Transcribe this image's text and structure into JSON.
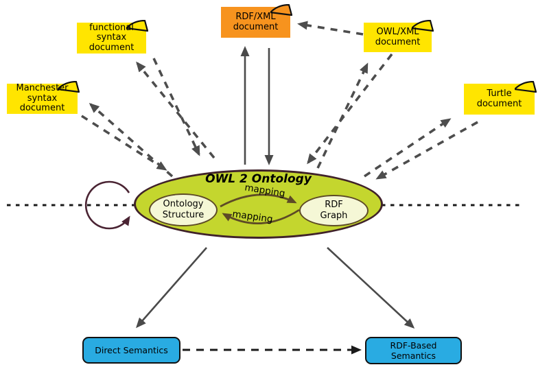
{
  "diagram": {
    "background": "#ffffff",
    "description": "OWL 2 Ontology structure diagram"
  },
  "documents": {
    "functional": {
      "label": "functional\nsyntax\ndocument"
    },
    "manchester": {
      "label": "Manchester\nsyntax\ndocument"
    },
    "rdfxml": {
      "label": "RDF/XML\ndocument"
    },
    "owlxml": {
      "label": "OWL/XML\ndocument"
    },
    "turtle": {
      "label": "Turtle\ndocument"
    }
  },
  "ontology": {
    "title": "OWL 2 Ontology",
    "structure_label": "Ontology\nStructure",
    "graph_label": "RDF\nGraph",
    "mapping_top": "mapping",
    "mapping_bottom": "mapping"
  },
  "semantics": {
    "direct": "Direct Semantics",
    "rdf_based": "RDF-Based Semantics"
  },
  "colors": {
    "document_yellow": "#ffe500",
    "document_orange": "#f7931e",
    "semantics_blue": "#29abe2",
    "ontology_fill": "#c4d62e",
    "ontology_border": "#40222a",
    "inner_ellipse_fill": "#f5f7d6",
    "inner_ellipse_border": "#5d4a26",
    "solid_arrow_gray": "#4a4a4a",
    "dashed_arrow_gray": "#4d4d4d",
    "line_black": "#1a1a1a",
    "self_loop_maroon": "#4a2433",
    "mapping_arrow_brown": "#5d4a26"
  }
}
